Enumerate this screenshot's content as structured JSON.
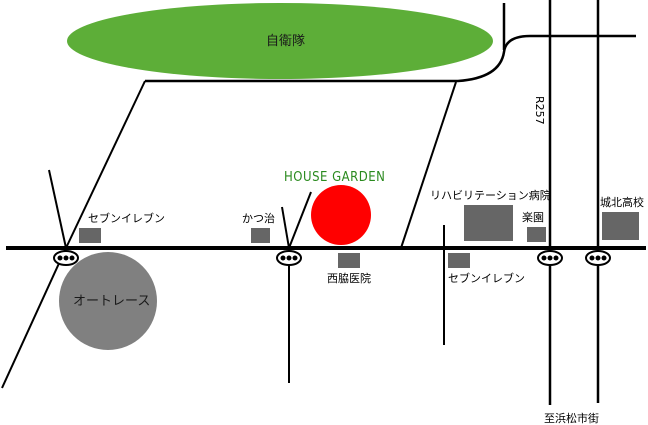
{
  "map": {
    "colors": {
      "park": "#5dae38",
      "marker": "#ff0000",
      "building": "#666666",
      "circle_area": "#808080",
      "title": "#2a8a1e",
      "road": "#000000"
    },
    "title": "HOUSE GARDEN",
    "areas": {
      "park": "自衛隊",
      "race_track": "オートレース"
    },
    "road_label": "R257",
    "direction_label": "至浜松市街",
    "landmarks": {
      "seven_eleven_west": "セブンイレブン",
      "katsuji": "かつ治",
      "nishiwaki_clinic": "西脇医院",
      "seven_eleven_east": "セブンイレブン",
      "rehab_hospital": "リハビリテーション病院",
      "rakuen": "楽園",
      "johoku_high": "城北高校"
    },
    "traffic_signals": [
      "signal-1",
      "signal-2",
      "signal-3",
      "signal-4"
    ]
  }
}
